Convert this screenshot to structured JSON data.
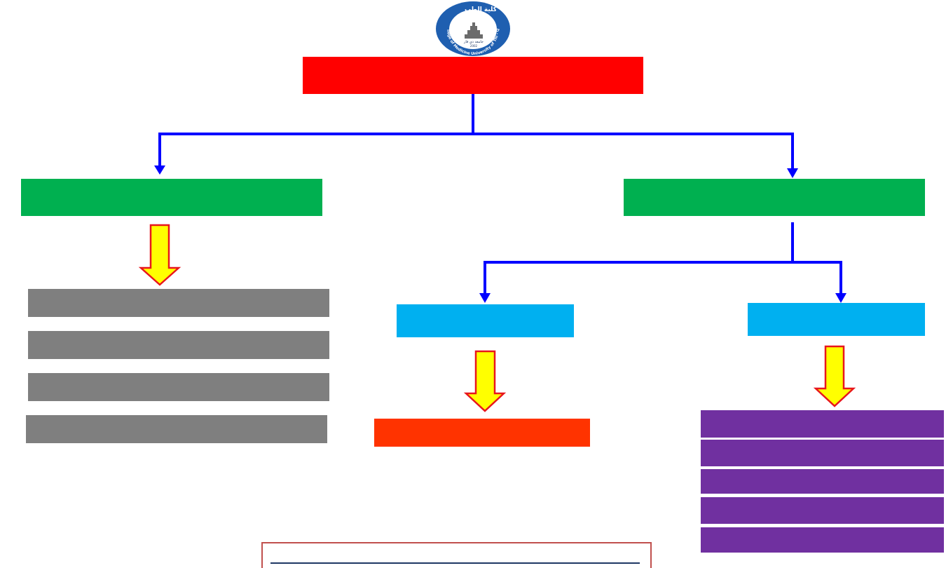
{
  "logo": {
    "name_ar": "كلية الطب",
    "university_ar": "جامعة ذي قار",
    "ring_text": "College of Medicine University of Thi - Qar",
    "year": "2002",
    "colors": {
      "ring": "#1f5fb0",
      "inner": "#ffffff",
      "crescent": "#d9232d",
      "building": "#6b6b6b"
    }
  },
  "colors": {
    "root": "#ff0000",
    "level1": "#00b050",
    "grey_item": "#7f7f7f",
    "level2": "#00b0f0",
    "orange_item": "#ff3300",
    "purple_item": "#7030a0",
    "connector": "#0000ff",
    "block_arrow_fill": "#ffff00",
    "block_arrow_stroke": "#e8161c",
    "footer_border": "#c0504d",
    "footer_rule": "#1f3864"
  },
  "nodes": {
    "root": {
      "label": ""
    },
    "left": {
      "label": ""
    },
    "right": {
      "label": ""
    },
    "grey_items": [
      {
        "label": ""
      },
      {
        "label": ""
      },
      {
        "label": ""
      },
      {
        "label": ""
      }
    ],
    "mid_left": {
      "label": ""
    },
    "mid_right": {
      "label": ""
    },
    "orange_item": {
      "label": ""
    },
    "purple_items": [
      {
        "label": ""
      },
      {
        "label": ""
      },
      {
        "label": ""
      },
      {
        "label": ""
      },
      {
        "label": ""
      }
    ]
  },
  "footer": {
    "text": ""
  }
}
